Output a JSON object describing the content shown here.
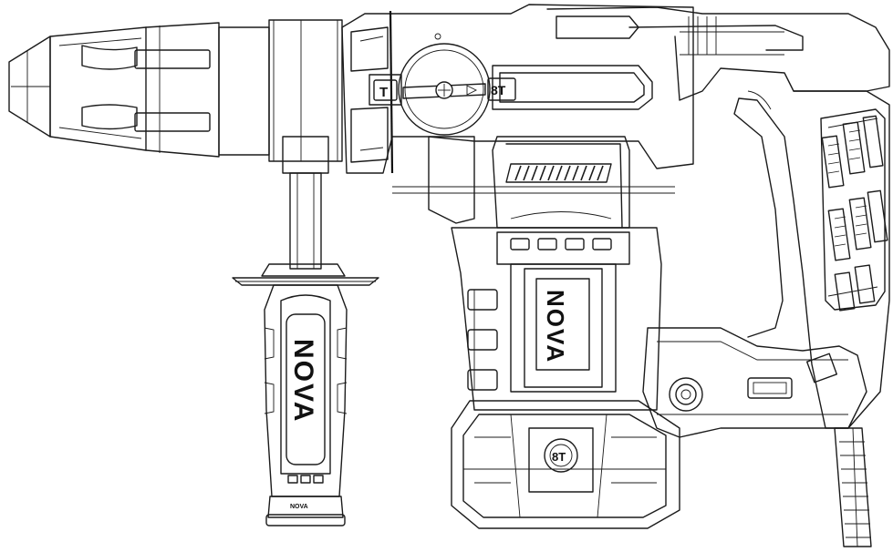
{
  "drawing": {
    "subject": "rotary hammer drill line drawing",
    "brand_on_handle": "NOVA",
    "brand_on_body": "NOVA",
    "mode_selector_left_symbol": "T",
    "mode_selector_right_symbol": "8T",
    "bottom_handle_text": "NOVA",
    "line_color": "#1b1b1b",
    "background_color": "#ffffff"
  }
}
